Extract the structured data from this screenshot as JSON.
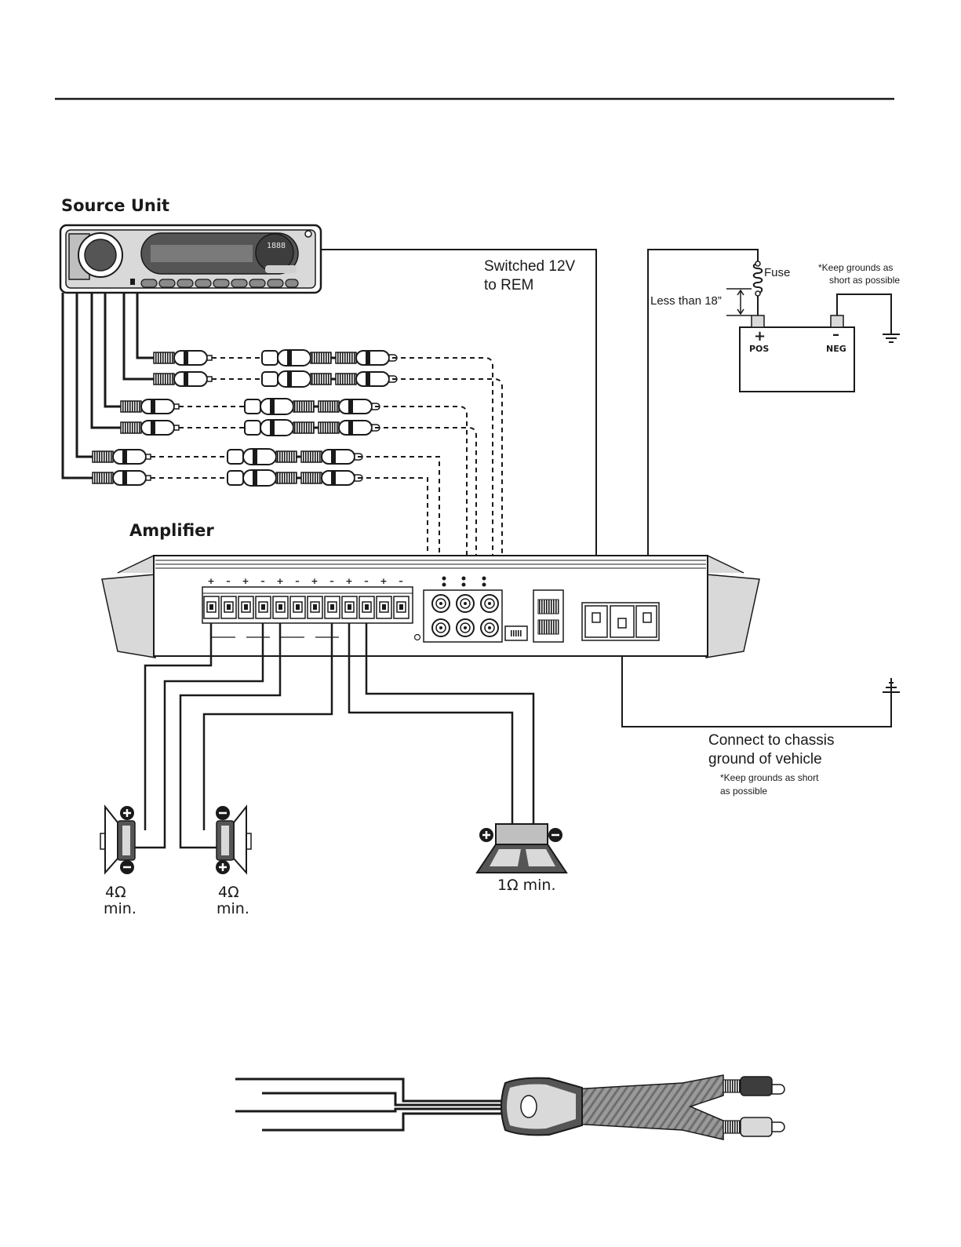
{
  "labels": {
    "source_unit": "Source Unit",
    "amplifier": "Amplifier",
    "switched_line1": "Switched 12V",
    "switched_line2": "to REM",
    "fuse": "Fuse",
    "less_than": "Less than 18”",
    "keep_grounds_top_line1": "*Keep grounds as",
    "keep_grounds_top_line2": "short as possible",
    "pos_sign": "+",
    "pos": "POS",
    "neg_sign": "–",
    "neg": "NEG",
    "chassis_line1": "Connect to chassis",
    "chassis_line2": "ground of vehicle",
    "keep_grounds_bottom_line1": "*Keep grounds as short",
    "keep_grounds_bottom_line2": "as possible",
    "speaker_left_ohm": "4Ω",
    "speaker_left_min": "min.",
    "speaker_right_ohm": "4Ω",
    "speaker_right_min": "min.",
    "sub_ohm": "1Ω min.",
    "terminal_polarity": [
      "+",
      "–",
      "+",
      "–",
      "+",
      "–",
      "+",
      "–",
      "+",
      "–",
      "+",
      "–"
    ],
    "head_display": "1888"
  },
  "colors": {
    "line": "#1a1a1a",
    "device_fill": "#d9d9d9",
    "device_dark": "#555555",
    "cable_fill": "#9a9a9a"
  },
  "icons": [
    "head-unit-icon",
    "rca-plug-icon",
    "fuse-icon",
    "battery-icon",
    "ground-icon",
    "speaker-icon",
    "subwoofer-icon",
    "y-adapter-icon"
  ]
}
